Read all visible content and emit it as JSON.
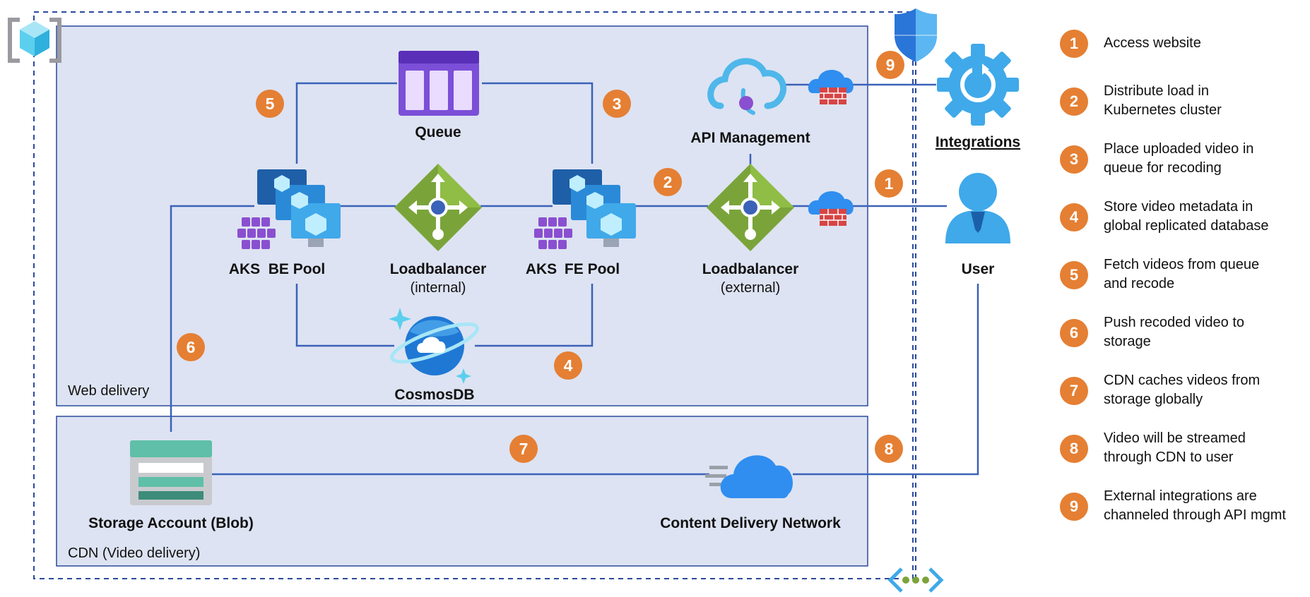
{
  "zones": {
    "web": "Web delivery",
    "cdn": "CDN (Video delivery)"
  },
  "nodes": {
    "queue": "Queue",
    "api": "API Management",
    "integrations": "Integrations",
    "user": "User",
    "aks_be": "AKS",
    "be_pool": "BE Pool",
    "lb_int": "Loadbalancer",
    "lb_int_sub": "(internal)",
    "aks_fe": "AKS",
    "fe_pool": "FE Pool",
    "lb_ext": "Loadbalancer",
    "lb_ext_sub": "(external)",
    "cosmos": "CosmosDB",
    "storage": "Storage Account (Blob)",
    "cdn": "Content Delivery Network"
  },
  "badges": [
    "1",
    "2",
    "3",
    "4",
    "5",
    "6",
    "7",
    "8",
    "9"
  ],
  "legend": [
    {
      "num": "1",
      "text": "Access website"
    },
    {
      "num": "2",
      "text": "Distribute load in\nKubernetes cluster"
    },
    {
      "num": "3",
      "text": "Place uploaded video in\nqueue for recoding"
    },
    {
      "num": "4",
      "text": "Store video metadata in\nglobal replicated database"
    },
    {
      "num": "5",
      "text": "Fetch videos from queue\nand recode"
    },
    {
      "num": "6",
      "text": "Push recoded video to\nstorage"
    },
    {
      "num": "7",
      "text": "CDN caches videos from\nstorage globally"
    },
    {
      "num": "8",
      "text": "Video will be streamed\nthrough CDN to user"
    },
    {
      "num": "9",
      "text": "External integrations are\nchanneled through API mgmt"
    }
  ],
  "colors": {
    "badge": "#e57f33",
    "zone_fill": "#dde3f2",
    "zone_border": "#2b4a9b",
    "connector": "#3a62b8",
    "lb_green": "#7aa43a",
    "queue_purple": "#8a5ce0"
  }
}
